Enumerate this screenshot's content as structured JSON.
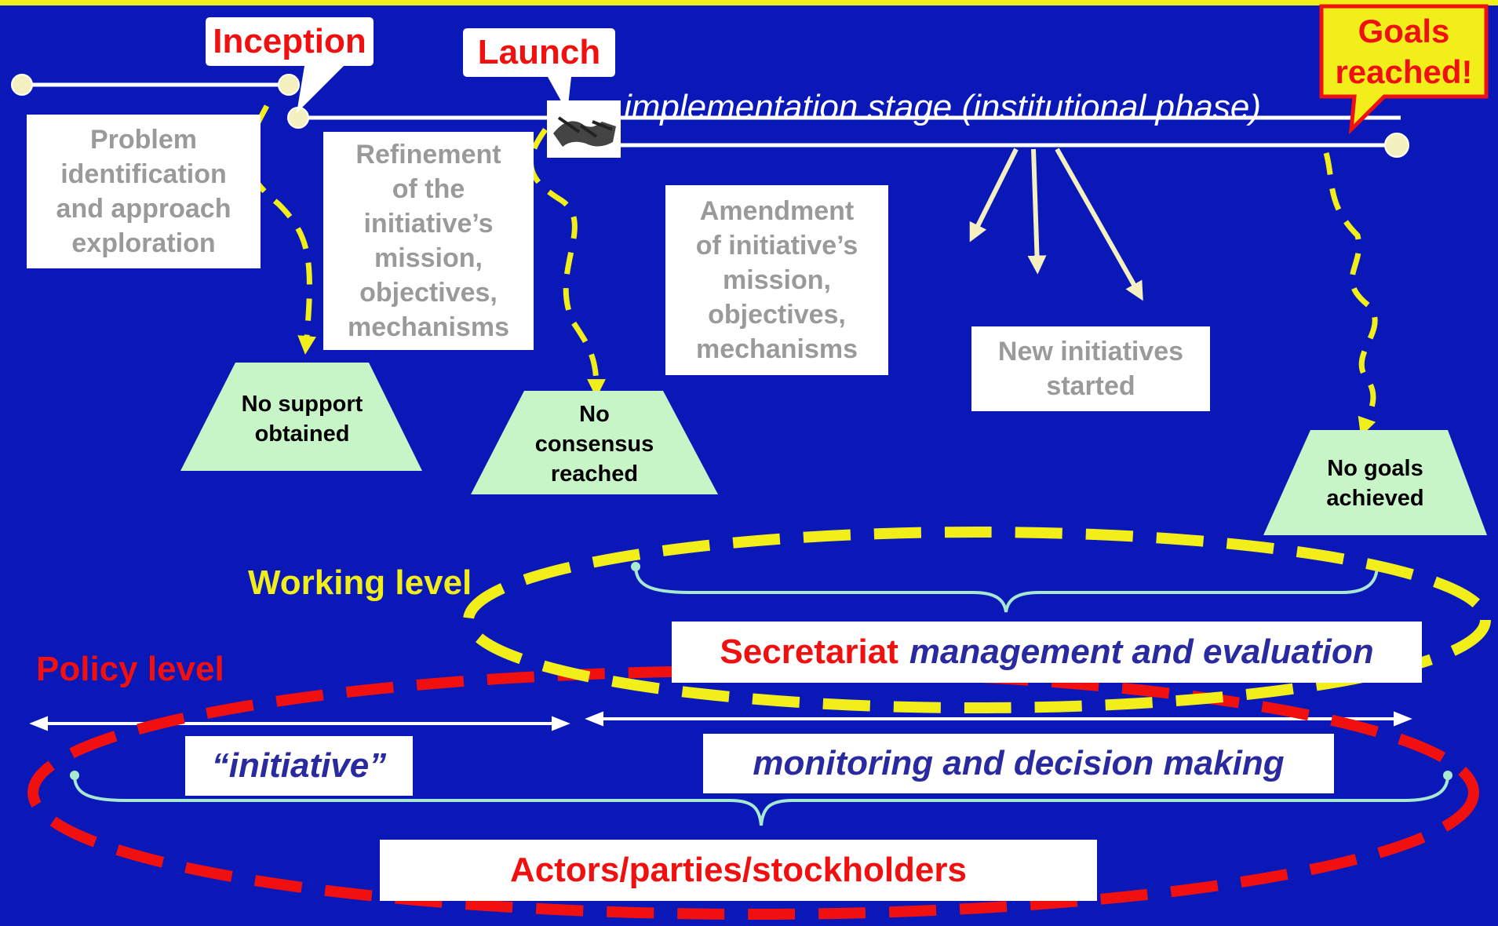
{
  "callouts": {
    "inception": "Inception",
    "launch": "Launch",
    "goals": [
      "Goals",
      "reached!"
    ]
  },
  "timeline": {
    "implementation_label": "implementation stage (institutional phase)"
  },
  "boxes": {
    "problem": [
      "Problem",
      "identification",
      "and approach",
      "exploration"
    ],
    "refinement": [
      "Refinement",
      "of the",
      "initiative’s",
      "mission,",
      "objectives,",
      "mechanisms"
    ],
    "amendment": [
      "Amendment",
      "of initiative’s",
      "mission,",
      "objectives,",
      "mechanisms"
    ],
    "new_initiatives": [
      "New initiatives",
      "started"
    ]
  },
  "failures": {
    "no_support": [
      "No support",
      "obtained"
    ],
    "no_consensus": [
      "No",
      "consensus",
      "reached"
    ],
    "no_goals": [
      "No goals",
      "achieved"
    ]
  },
  "levels": {
    "working": "Working level",
    "policy": "Policy level"
  },
  "secretariat": {
    "name": "Secretariat",
    "role": "management and evaluation"
  },
  "policy_boxes": {
    "initiative": "“initiative”",
    "monitoring": "monitoring and decision making",
    "actors": "Actors/parties/stockholders"
  },
  "colors": {
    "background": "#0a18b8",
    "accent_red": "#f01010",
    "accent_yellow": "#f2ee1a",
    "failure_fill": "#c8f5c8",
    "line_cream": "#f5f0c0"
  }
}
